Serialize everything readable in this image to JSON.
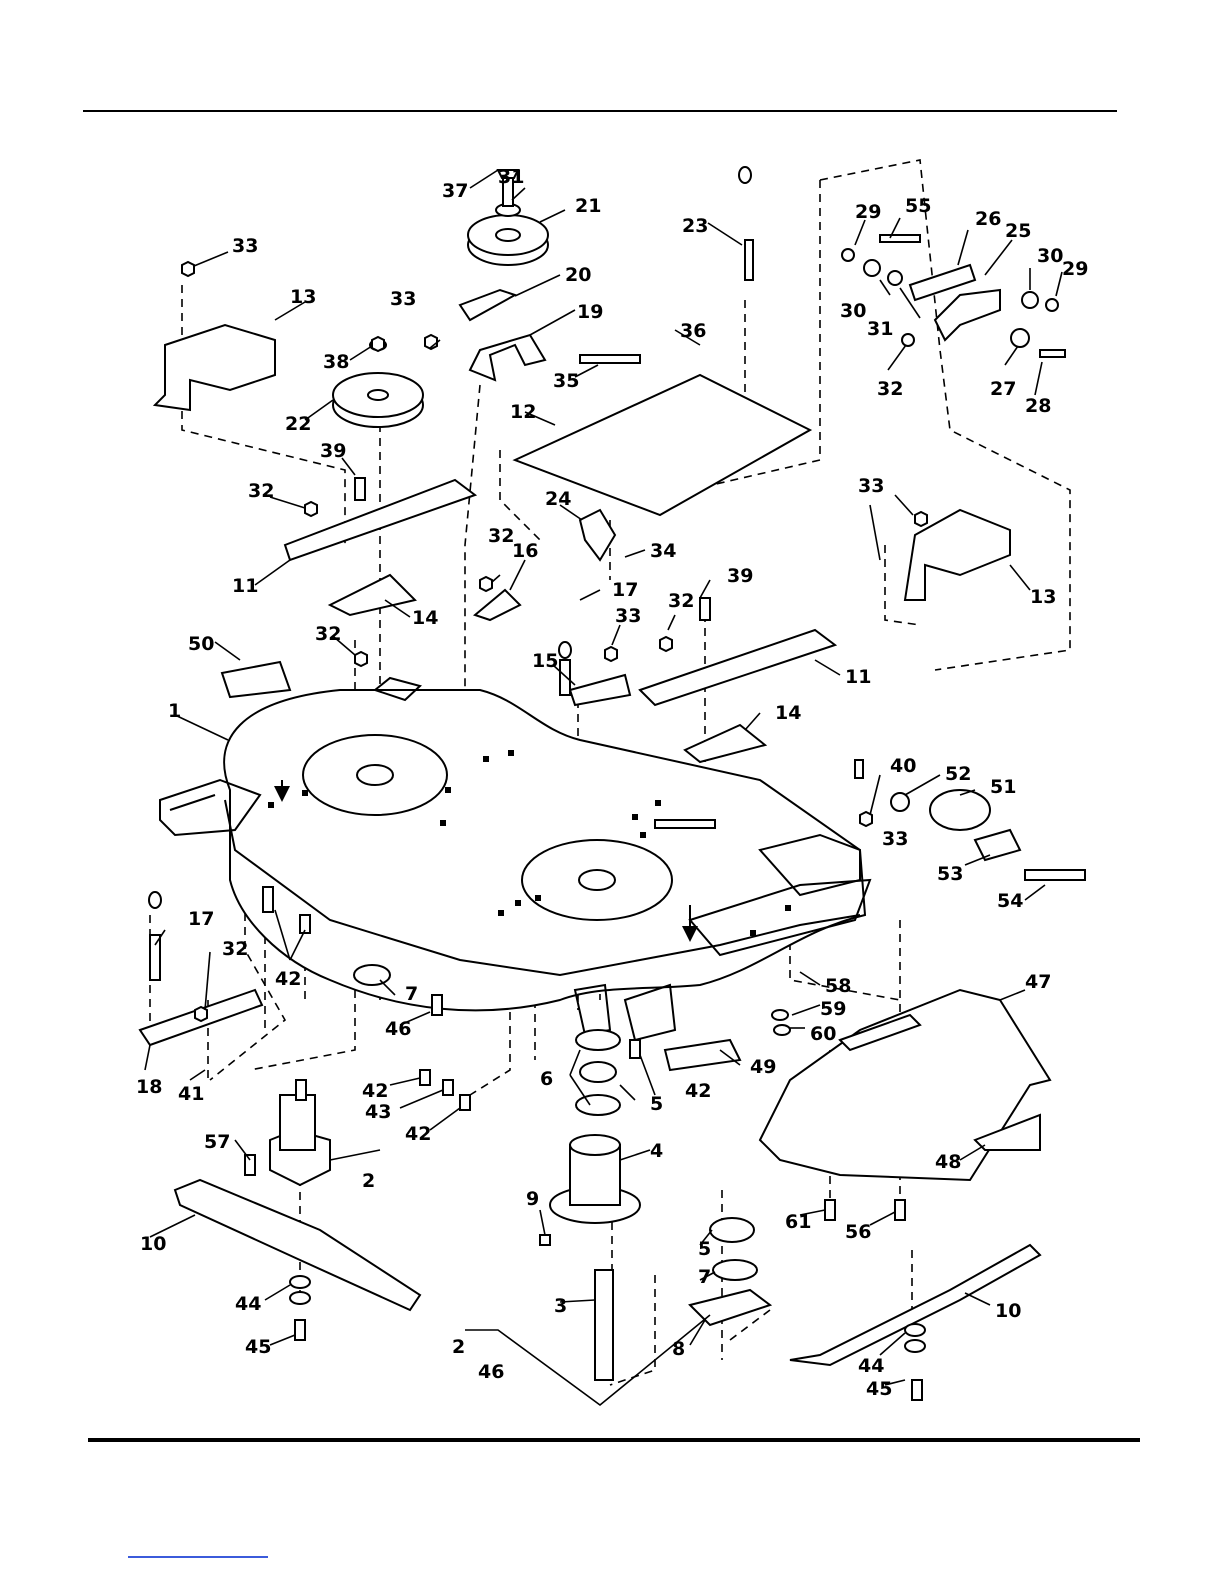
{
  "diagram": {
    "callouts": [
      "1",
      "2",
      "2",
      "3",
      "4",
      "5",
      "5",
      "6",
      "7",
      "7",
      "8",
      "9",
      "10",
      "10",
      "11",
      "11",
      "12",
      "13",
      "13",
      "14",
      "14",
      "15",
      "16",
      "17",
      "17",
      "18",
      "19",
      "20",
      "21",
      "22",
      "23",
      "24",
      "25",
      "26",
      "27",
      "28",
      "29",
      "29",
      "30",
      "30",
      "31",
      "31",
      "32",
      "32",
      "32",
      "32",
      "32",
      "32",
      "33",
      "33",
      "33",
      "33",
      "33",
      "34",
      "35",
      "36",
      "37",
      "38",
      "39",
      "39",
      "40",
      "41",
      "42",
      "42",
      "42",
      "42",
      "43",
      "44",
      "44",
      "45",
      "45",
      "46",
      "46",
      "47",
      "48",
      "49",
      "50",
      "51",
      "52",
      "53",
      "54",
      "55",
      "56",
      "57",
      "58",
      "59",
      "60",
      "61"
    ]
  },
  "colors": {
    "ink": "#000000",
    "paper": "#ffffff",
    "link": "#3b5bdb"
  }
}
